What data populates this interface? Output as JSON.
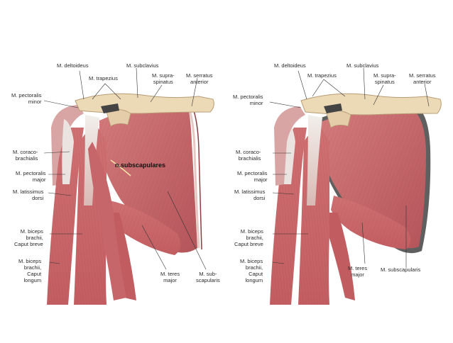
{
  "left_panel": {
    "labels": {
      "deltoideus": "M. deltoideus",
      "trapezius": "M. trapezius",
      "subclavius": "M. subclavius",
      "supraspinatus": "M. supra-\nspinatus",
      "serratus_anterior": "M. serratus\nanterior",
      "pectoralis_minor": "M. pectoralis\nminor",
      "coracobrachialis": "M. coraco-\nbrachialis",
      "pectoralis_major": "M. pectoralis\nmajor",
      "latissimus_dorsi": "M. latissimus\ndorsi",
      "biceps_caput_breve": "M. biceps\nbrachii,\nCaput breve",
      "biceps_caput_longum": "M. biceps\nbrachii,\nCaput\nlongum",
      "teres_major": "M. teres\nmajor",
      "subscapularis": "M. sub-\nscapularis"
    },
    "highlight": "n.subscapulares"
  },
  "right_panel": {
    "labels": {
      "deltoideus": "M. deltoideus",
      "trapezius": "M. trapezius",
      "subclavius": "M. subclavius",
      "supraspinatus": "M. supra-\nspinatus",
      "serratus_anterior": "M. serratus\nanterior",
      "pectoralis_minor": "M. pectoralis\nminor",
      "coracobrachialis": "M. coraco-\nbrachialis",
      "pectoralis_major": "M. pectoralis\nmajor",
      "latissimus_dorsi": "M. latissimus\ndorsi",
      "biceps_caput_breve": "M. biceps\nbrachii,\nCaput breve",
      "biceps_caput_longum": "M. biceps\nbrachii,\nCaput\nlongum",
      "teres_major": "M. teres\nmajor",
      "subscapularis": "M. subscapularis"
    }
  },
  "colors": {
    "muscle": "#c9676a",
    "muscle_dark": "#a8484c",
    "bone": "#e8d3b0",
    "tendon": "#e9e4de",
    "scapula_rim": "#5a5a5a"
  }
}
